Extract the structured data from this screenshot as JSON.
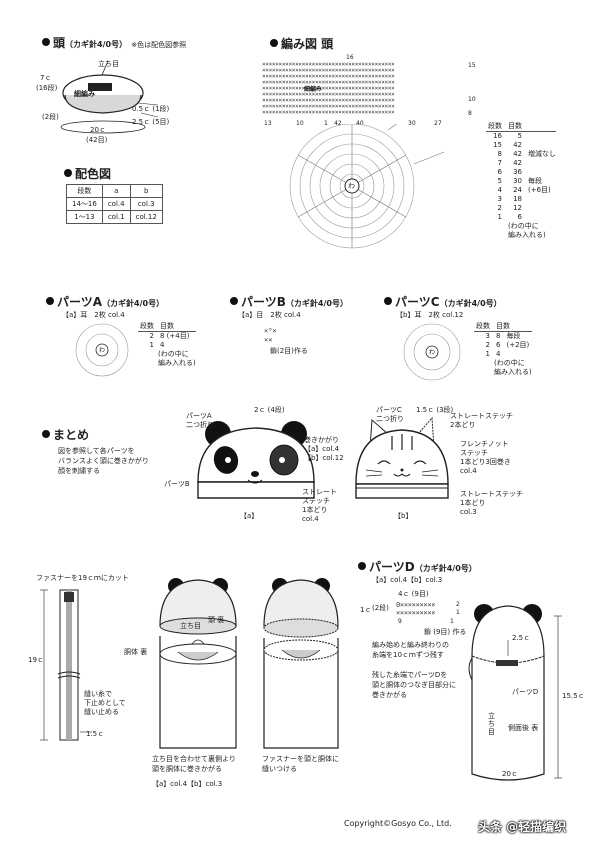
{
  "head": {
    "title": "頭",
    "hook": "（カギ針4/0号）",
    "note": "※色は配色図参照",
    "labels": {
      "tachiagari": "立ち目",
      "c7": "7ｃ",
      "r16": "(16段)",
      "saikami": "細編み",
      "r2": "(2段)",
      "c05": "0.5ｃ (1段)",
      "c25": "2.5ｃ (5目)",
      "c20": "20ｃ",
      "st42": "(42目)"
    }
  },
  "color_chart": {
    "title": "配色図",
    "headers": [
      "段数",
      "a",
      "b"
    ],
    "rows": [
      [
        "14～16",
        "col.4",
        "col.3"
      ],
      [
        "1～13",
        "col.1",
        "col.12"
      ]
    ]
  },
  "chart_head": {
    "title": "編み図 頭",
    "top_label": "16",
    "right_labels": [
      "15",
      "10",
      "8"
    ],
    "bottom_labels": [
      "13",
      "10",
      "1",
      "42",
      "40",
      "30",
      "27"
    ],
    "center": "わ",
    "inner_label": "細編み",
    "x_rows": [
      "××××××××××××××××××××××××××××××××××××××××",
      "××××××××××××××××××××××××××××××××××××××××",
      "××××××××××××××××××××××××××××××××××××××××",
      "××××××××××××××××××××××××××××××××××××××××",
      "××××××××××××××××××××××××××××××××××××××××",
      "××××××××××××××××××××××××××××××××××××××××",
      "××××××××××××××××××××××××××××××××××××××××",
      "××××××××××××××××××××××××××××××××××××××××",
      "××××××××××××××××××××××××××××××××××××××××"
    ]
  },
  "rows_table": {
    "headers": [
      "段数",
      "目数"
    ],
    "rows": [
      [
        "16",
        "5",
        ""
      ],
      [
        "15",
        "42",
        ""
      ],
      [
        "8",
        "42",
        "増減なし"
      ],
      [
        "7",
        "42",
        ""
      ],
      [
        "6",
        "36",
        ""
      ],
      [
        "5",
        "30",
        "毎段"
      ],
      [
        "4",
        "24",
        "(+6目)"
      ],
      [
        "3",
        "18",
        ""
      ],
      [
        "2",
        "12",
        ""
      ],
      [
        "1",
        "6",
        ""
      ]
    ],
    "note": "(わの中に\n編み入れる)"
  },
  "part_a": {
    "title": "パーツA",
    "hook": "（カギ針4/0号）",
    "sub": "【a】耳　2枚 col.4",
    "center": "わ",
    "headers": [
      "段数",
      "目数"
    ],
    "rows": [
      [
        "2",
        "8 (+4目)"
      ],
      [
        "1",
        "4"
      ]
    ],
    "note": "(わの中に\n編み入れる)"
  },
  "part_b": {
    "title": "パーツB",
    "hook": "（カギ針4/0号）",
    "sub": "【a】目　2枚 col.4",
    "caption": "鎖(2目)作る"
  },
  "part_c": {
    "title": "パーツC",
    "hook": "（カギ針4/0号）",
    "sub": "【b】耳　2枚 col.12",
    "center": "わ",
    "headers": [
      "段数",
      "目数"
    ],
    "rows": [
      [
        "3",
        "8"
      ],
      [
        "2",
        "6"
      ],
      [
        "1",
        "4"
      ]
    ],
    "notes": [
      "毎段",
      "(+2目)"
    ],
    "note": "(わの中に\n編み入れる)"
  },
  "summary": {
    "title": "まとめ",
    "body": "図を参照して各パーツを\nバランスよく頭に巻きかがり\n顔を刺繍する",
    "labels": {
      "part_a": "パーツA\n二つ折り",
      "c2": "2ｃ (4段)",
      "makikagari": "巻きかがり\n【a】col.4\n【b】col.12",
      "part_b": "パーツB",
      "straight_a": "ストレート\nステッチ\n1本どり\ncol.4",
      "label_a": "【a】",
      "part_c": "パーツC\n二つ折り",
      "c15": "1.5ｃ (3段)",
      "straight2": "ストレートステッチ\n2本どり",
      "french": "フレンチノット\nステッチ\n1本どり3回巻き\ncol.4",
      "straight_b": "ストレートステッチ\n1本どり\ncol.3",
      "label_b": "【b】"
    }
  },
  "zipper": {
    "cut": "ファスナーを19ｃｍにカット",
    "len": "19ｃ",
    "sew": "縫い糸で\n下止めとして\n縫い止める",
    "c15": "1.5ｃ",
    "tachi": "立ち目",
    "head_ura": "頭 裏",
    "body_ura": "胴体 裏",
    "caption1": "立ち目を合わせて裏側より\n頭を胴体に巻きかがる",
    "colors1": "【a】col.4【b】col.3",
    "caption2": "ファスナーを頭と胴体に\n縫いつける"
  },
  "part_d": {
    "title": "パーツD",
    "hook": "（カギ針4/0号）",
    "colors": "【a】col.4【b】col.3",
    "c4": "4ｃ (9目)",
    "c1": "1ｃ",
    "r2": "(2段)",
    "row_nums": [
      "2",
      "1"
    ],
    "st_nums": [
      "9",
      "1"
    ],
    "chain": "鎖 (9目) 作る",
    "note1": "編み始めと編み終わりの\n糸端を10ｃｍずつ残す",
    "note2": "残した糸端でパーツDを\n頭と胴体のつなぎ目部分に\n巻きかがる",
    "c25": "2.5ｃ",
    "part_label": "パーツD",
    "tachi": "立\nち\n目",
    "side": "側面後 表",
    "c155": "15.5ｃ",
    "c20": "20ｃ"
  },
  "footer": {
    "copyright": "Copyright©Gosyo Co., Ltd.",
    "watermark": "头条 @轻描编织"
  }
}
